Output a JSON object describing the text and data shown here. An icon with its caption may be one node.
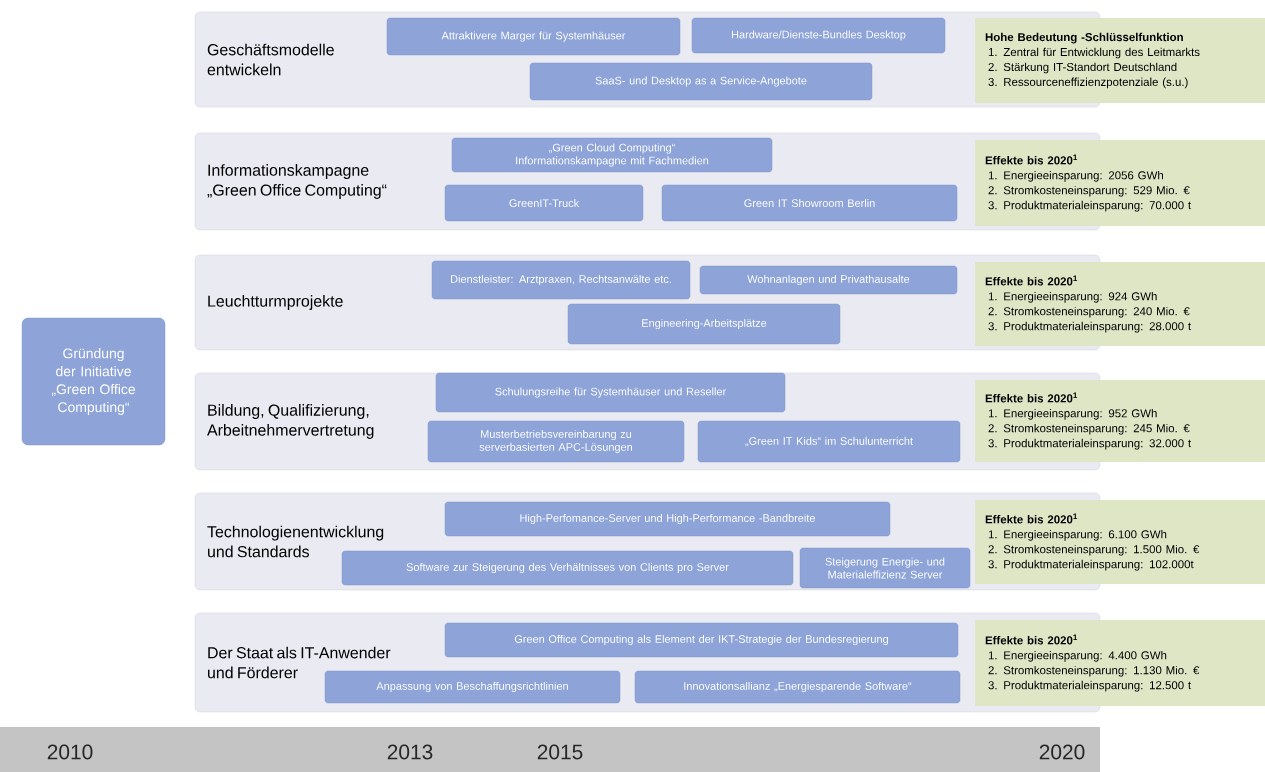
{
  "diagram": {
    "nodes": [
      {
        "text": [
          "Gründung der Initiative „Green Office Computing“"
        ]
      },
      {
        "text": [
          "Geschäftsmodelle entwickeln"
        ]
      },
      {
        "text": [
          "Attraktivere Marger für Systemhäuser"
        ],
        "in": 1
      },
      {
        "text": [
          "Hardware/Dienste-Bundles Desktop"
        ],
        "in": 1
      },
      {
        "text": [
          "SaaS- und Desktop as a Service-Angebote"
        ],
        "in": 1
      },
      {
        "text": [
          "Hohe Bedeutung -Schlüsselfunktion",
          "1. Zentral für Entwicklung des Leitmarkts",
          "2. Stärkung IT-Standort Deutschland",
          "3. Ressourceneffizienzpotenziale (s.u.)"
        ]
      },
      {
        "text": [
          "Informationskampagne „Green Office Computing“"
        ]
      },
      {
        "text": [
          "„Green Cloud Computing“ Informationskampagne mit Fachmedien"
        ],
        "in": 6
      },
      {
        "text": [
          "GreenIT-Truck"
        ],
        "in": 6
      },
      {
        "text": [
          "Green IT Showroom Berlin"
        ],
        "in": 6
      },
      {
        "text": [
          "Effekte bis 2020$^{1}$",
          "1. Energieeinsparung: 2056 GWh",
          "2. Stromkosteneinsparung: 529 Mio. €",
          "3. Produktmaterialeinsparung: 70.000 t"
        ]
      },
      {
        "text": [
          "Leuchtturmprojekte"
        ]
      },
      {
        "text": [
          "Dienstleister: Arztpraxen, Rechtsanwälte etc."
        ],
        "in": 11
      },
      {
        "text": [
          "Wohnanlagen und Privathausalte"
        ],
        "in": 11
      },
      {
        "text": [
          "Engineering-Arbeitsplätze"
        ],
        "in": 11
      },
      {
        "text": [
          "Effekte bis 2020$^{1}$",
          "1. Energieeinsparung: 924 GWh",
          "2. Stromkosteneinsparung: 240 Mio. €",
          "3. Produktmaterialeinsparung: 28.000 t"
        ]
      },
      {
        "text": [
          "Bildung, Qualifizierung, Arbeitnehmervertretung"
        ]
      },
      {
        "text": [
          "Schulungsreihe für Systemhäuser und Reseller"
        ],
        "in": 16
      },
      {
        "text": [
          "Musterbetriebsvereinbarung zu serverbasierten APC-Lösungen"
        ],
        "in": 16
      },
      {
        "text": [
          "„Green IT Kids“ im Schulunterricht"
        ],
        "in": 16
      },
      {
        "text": [
          "Effekte bis 2020$^{1}$",
          "1. Energieeinsparung: 952 GWh",
          "2. Stromkosteneinsparung: 245 Mio. €",
          "3. Produktmaterialeinsparung: 32.000 t"
        ]
      },
      {
        "text": [
          "Technologienentwicklung und Standards"
        ]
      },
      {
        "text": [
          "High-Perfomance-Server und High-Performance -Bandbreite"
        ],
        "in": 21
      },
      {
        "text": [
          "Software zur Steigerung des Verhältnisses von Clients pro Server"
        ],
        "in": 21
      },
      {
        "text": [
          "Steigerung Energie- und Materialeffizienz Server"
        ],
        "in": 21
      },
      {
        "text": [
          "Effekte bis 2020$^{1}$",
          "1. Energieeinsparung: 6.100 GWh",
          "2. Stromkosteneinsparung: 1.500 Mio. €",
          "3. Produktmaterialeinsparung: 102.000t"
        ]
      },
      {
        "text": [
          "Der Staat als IT-Anwender und Förderer"
        ]
      },
      {
        "text": [
          "Green Office Computing als Element der IKT-Strategie der Bundesregierung"
        ],
        "in": 26
      },
      {
        "text": [
          "Anpassung von Beschaffungsrichtlinien"
        ],
        "in": 26
      },
      {
        "text": [
          "Innovationsallianz „Energiesparende Software“"
        ],
        "in": 26
      },
      {
        "text": [
          "Effekte bis 2020$^{1}$",
          "1. Energieeinsparung: 4.400 GWh",
          "2. Stromkosteneinsparung: 1.130 Mio. €",
          "3. Produktmaterialeinsparung: 12.500 t"
        ]
      }
    ],
    "labels": [
      "2010",
      "2013",
      "2015",
      "2020"
    ]
  }
}
